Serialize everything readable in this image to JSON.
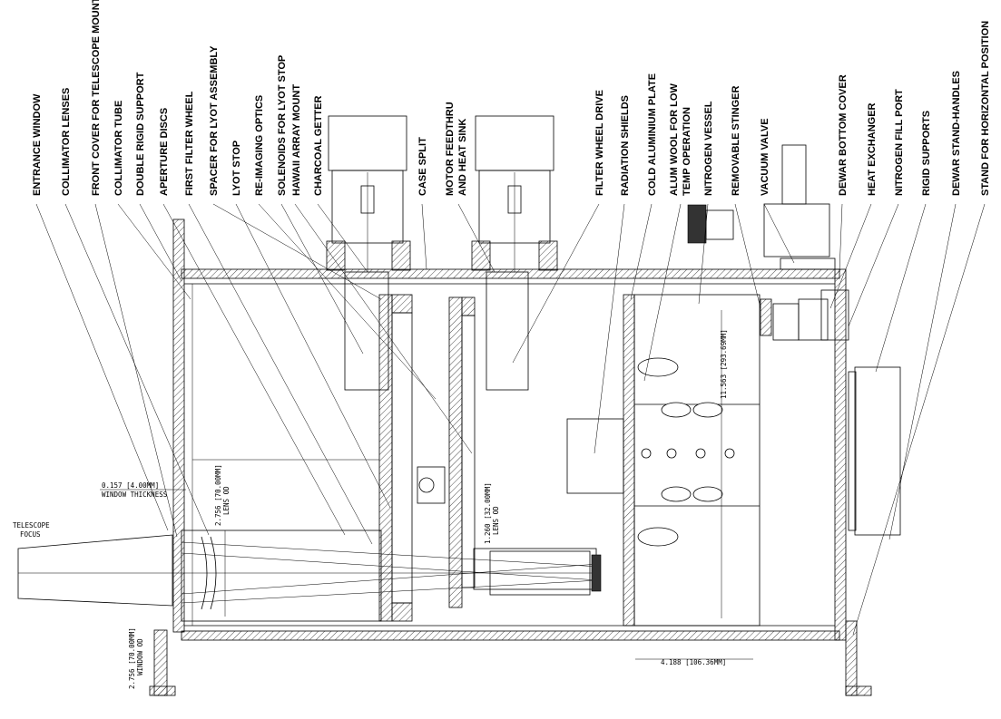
{
  "labels": [
    "ENTRANCE WINDOW",
    "COLLIMATOR LENSES",
    "FRONT COVER FOR TELESCOPE MOUNT",
    "COLLIMATOR TUBE",
    "DOUBLE RIGID SUPPORT",
    "APERTURE DISCS",
    "FIRST FILTER WHEEL",
    "SPACER FOR LYOT ASSEMBLY",
    "LYOT STOP",
    "RE-IMAGING OPTICS",
    "SOLENOIDS FOR LYOT STOP",
    "HAWAII ARRAY MOUNT",
    "CHARCOAL GETTER",
    "CASE SPLIT",
    "MOTOR FEEDTHRU",
    "AND HEAT SINK",
    "FILTER WHEEL DRIVE",
    "RADIATION SHIELDS",
    "COLD ALUMINIUM PLATE",
    "ALUM WOOL FOR LOW",
    "TEMP OPERATION",
    "NITROGEN VESSEL",
    "REMOVABLE STINGER",
    "VACUUM VALVE",
    "DEWAR BOTTOM COVER",
    "HEAT EXCHANGER",
    "NITROGEN FILL PORT",
    "RIGID SUPPORTS",
    "DEWAR STAND-HANDLES",
    "STAND FOR HORIZONTAL POSITION"
  ],
  "dimensions": {
    "window_thickness_value": "0.157 [4.00MM]",
    "window_thickness_label": "WINDOW THICKNESS",
    "lens_od_large_value": "2.756 [70.00MM]",
    "lens_od_large_label": "LENS OD",
    "lens_od_small_value": "1.260 [32.00MM]",
    "lens_od_small_label": "LENS OD",
    "window_od_value": "2.756 [70.00MM]",
    "window_od_label": "WINDOW OD",
    "vessel_height": "11.563 [293.69MM]",
    "vessel_width": "4.188 [106.36MM]"
  },
  "telescope_focus": [
    "TELESCOPE",
    "FOCUS"
  ]
}
